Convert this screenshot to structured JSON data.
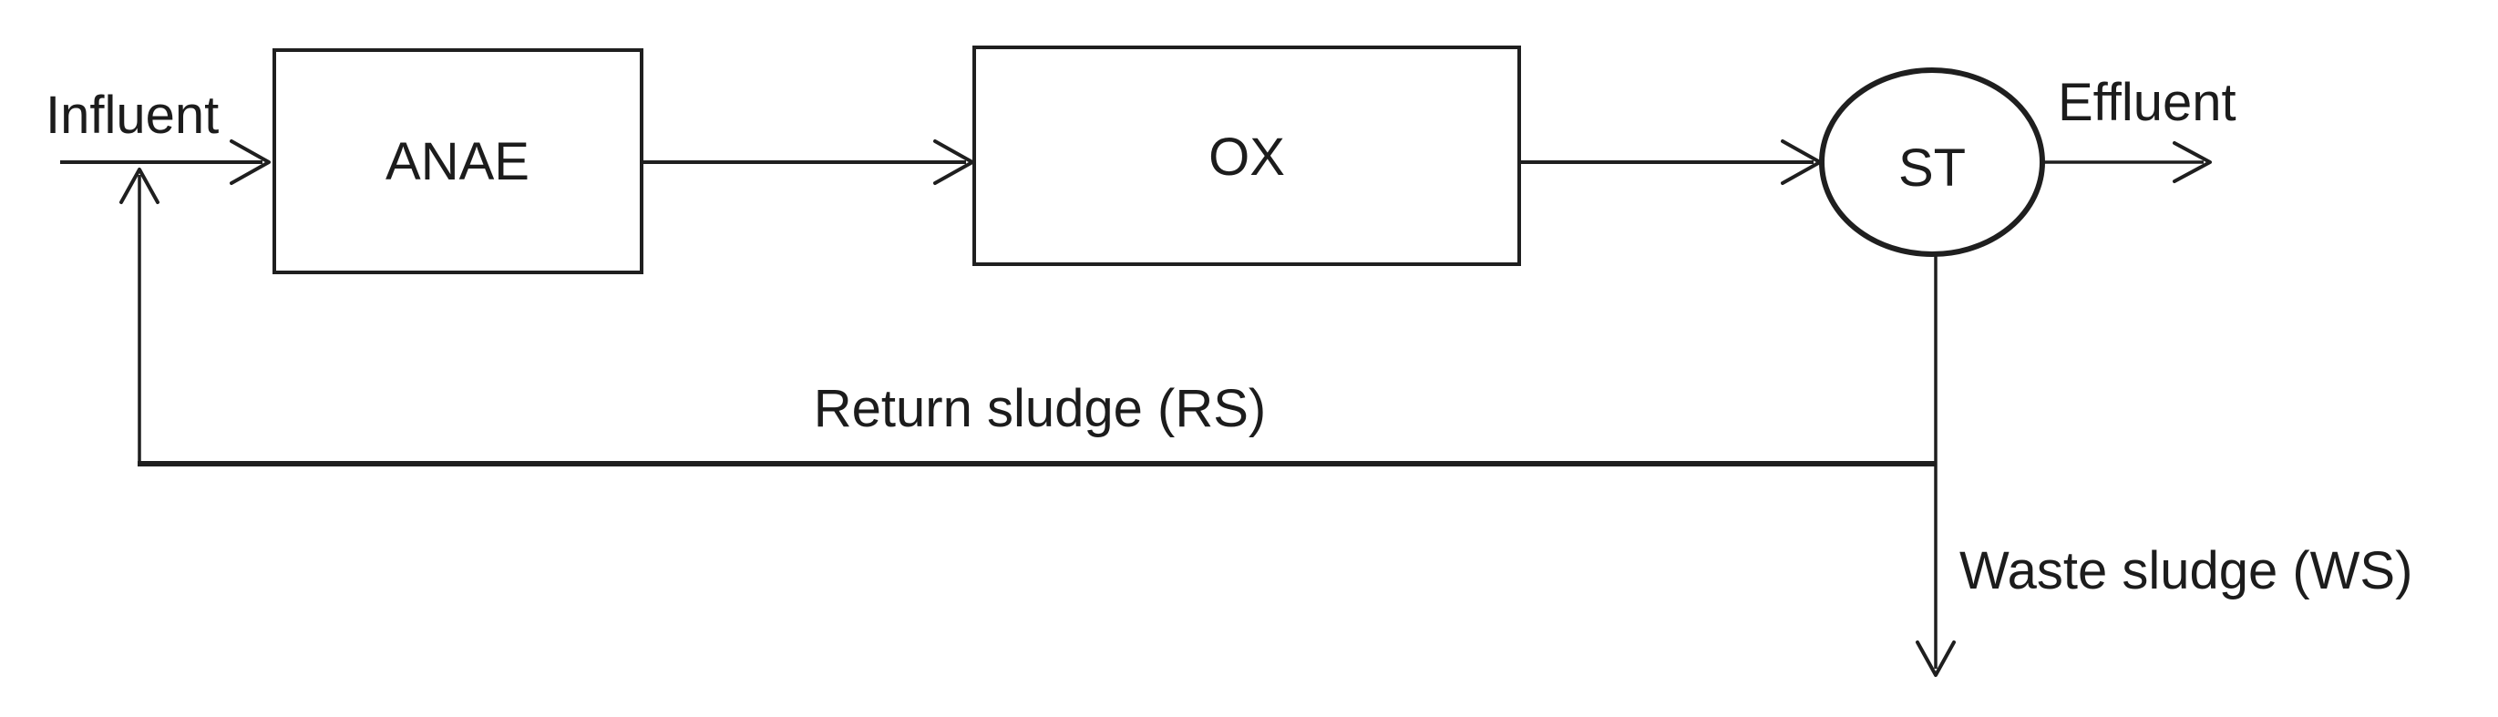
{
  "diagram": {
    "type": "process-flow",
    "description": "Activated sludge wastewater treatment process flow diagram",
    "colors": {
      "background": "#ffffff",
      "line": "#1f1f1f",
      "text": "#1c1c1c"
    },
    "nodes": [
      {
        "id": "anae",
        "label": "ANAE",
        "shape": "rectangle"
      },
      {
        "id": "ox",
        "label": "OX",
        "shape": "rectangle"
      },
      {
        "id": "st",
        "label": "ST",
        "shape": "ellipse"
      }
    ],
    "streams": {
      "influent": "Influent",
      "effluent": "Effluent",
      "return_sludge": "Return sludge (RS)",
      "waste_sludge": "Waste sludge (WS)"
    }
  }
}
